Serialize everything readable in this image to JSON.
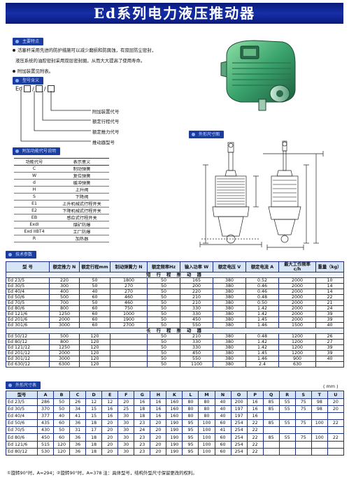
{
  "page": {
    "title": "Ed系列电力液压推动器"
  },
  "sections": {
    "features": "主要特点",
    "model": "型号含义",
    "functions": "附加功能代号说明",
    "technical": "技术参数",
    "outline": "外形尺寸图",
    "install": "外形尺寸表"
  },
  "features": {
    "line1": "活塞杆采用先进的防护措施可以减少磨损和防腐蚀，有双层防尘密封，",
    "line2": "液压系统的油腔密封采用双层密封圈，从而大大提高了使用寿命。",
    "line3": "附加装置见附表。"
  },
  "model_code": {
    "prefix": "Ed",
    "labels": [
      "附加装置代号",
      "额定行程代号",
      "额定推力代号",
      "推动器型号"
    ]
  },
  "func_table": {
    "headers": [
      "功能代号",
      "表示意义"
    ],
    "rows": [
      [
        "C",
        "制动弹簧"
      ],
      [
        "W",
        "复位弹簧"
      ],
      [
        "d",
        "缓冲弹簧"
      ],
      [
        "H",
        "上升阀"
      ],
      [
        "S",
        "下降阀"
      ],
      [
        "E1",
        "上升机械式行程开关"
      ],
      [
        "E2",
        "下降机械式行程开关"
      ],
      [
        "EB",
        "感应式行程开关"
      ],
      [
        "ExdI",
        "煤矿防爆"
      ],
      [
        "Exd IIBT4",
        "工厂防爆"
      ],
      [
        "R",
        "加热器"
      ]
    ]
  },
  "tech_table": {
    "headers": [
      "型 号",
      "额定推力 N",
      "额定行程mm",
      "制动弹簧力 N",
      "额定频率Hz",
      "输入功率 W",
      "额定电压 V",
      "额定电流 A",
      "最大工作频率c/h",
      "重量（kg）"
    ],
    "group1": "短 行 程 推 动 器",
    "rows1": [
      [
        "Ed 23/5",
        "220",
        "50",
        "1800",
        "50",
        "165",
        "380",
        "0.52",
        "2000",
        "10"
      ],
      [
        "Ed 30/5",
        "300",
        "50",
        "270",
        "50",
        "200",
        "380",
        "0.46",
        "2000",
        "14"
      ],
      [
        "Ed 40/4",
        "400",
        "40",
        "270",
        "50",
        "220",
        "380",
        "0.46",
        "2000",
        "14"
      ],
      [
        "Ed 50/6",
        "500",
        "60",
        "460",
        "50",
        "210",
        "380",
        "0.48",
        "2000",
        "22"
      ],
      [
        "Ed 70/5",
        "700",
        "50",
        "460",
        "50",
        "210",
        "380",
        "0.50",
        "2000",
        "21"
      ],
      [
        "Ed 80/6",
        "800",
        "60",
        "750",
        "50",
        "330",
        "380",
        "1.42",
        "2000",
        "24"
      ],
      [
        "Ed 121/6",
        "1250",
        "60",
        "1000",
        "50",
        "330",
        "380",
        "1.42",
        "2000",
        "39"
      ],
      [
        "Ed 201/6",
        "2000",
        "60",
        "1900",
        "50",
        "450",
        "380",
        "1.45",
        "2000",
        "39"
      ],
      [
        "Ed 301/6",
        "3000",
        "60",
        "2700",
        "50",
        "550",
        "380",
        "1.46",
        "1500",
        "40"
      ]
    ],
    "group2": "长 行 程 推 动 器",
    "rows2": [
      [
        "Ed 50/12",
        "500",
        "120",
        "",
        "50",
        "210",
        "380",
        "0.48",
        "1200",
        "26"
      ],
      [
        "Ed 80/12",
        "800",
        "120",
        "",
        "50",
        "330",
        "380",
        "1.42",
        "1200",
        "27"
      ],
      [
        "Ed 121/12",
        "1250",
        "120",
        "",
        "50",
        "330",
        "380",
        "1.42",
        "1200",
        "39"
      ],
      [
        "Ed 201/12",
        "2000",
        "120",
        "",
        "50",
        "450",
        "380",
        "1.45",
        "1200",
        "39"
      ],
      [
        "Ed 301/12",
        "3000",
        "120",
        "",
        "50",
        "550",
        "380",
        "1.46",
        "900",
        "40"
      ],
      [
        "Ed 630/12",
        "6300",
        "120",
        "",
        "50",
        "1100",
        "380",
        "2.4",
        "630",
        ""
      ]
    ]
  },
  "dims_table": {
    "unit": "( mm )",
    "headers": [
      "型号",
      "A",
      "B",
      "C",
      "D",
      "E",
      "F",
      "G",
      "H",
      "K",
      "L",
      "M",
      "N",
      "O",
      "P",
      "Q",
      "R",
      "S",
      "T",
      "U"
    ],
    "rows": [
      [
        "Ed 23/5",
        "286",
        "50",
        "26",
        "12",
        "12",
        "20",
        "16",
        "16",
        "160",
        "80",
        "80",
        "40",
        "200",
        "16",
        "85",
        "55",
        "75",
        "98",
        "20"
      ],
      [
        "Ed 30/5",
        "370",
        "50",
        "34",
        "15",
        "16",
        "25",
        "18",
        "16",
        "160",
        "80",
        "80",
        "40",
        "197",
        "16",
        "85",
        "55",
        "75",
        "98",
        "20"
      ],
      [
        "Ed 40/4",
        "377",
        "40",
        "41",
        "15",
        "16",
        "30",
        "18",
        "16",
        "160",
        "80",
        "80",
        "40",
        "197",
        "16",
        "",
        "",
        "",
        "",
        ""
      ],
      [
        "Ed 50/6",
        "435",
        "60",
        "36",
        "18",
        "20",
        "30",
        "23",
        "20",
        "190",
        "95",
        "100",
        "60",
        "254",
        "22",
        "85",
        "55",
        "75",
        "100",
        "22"
      ],
      [
        "Ed 70/5",
        "430",
        "50",
        "31",
        "17",
        "20",
        "30",
        "24",
        "20",
        "190",
        "95",
        "100",
        "41",
        "254",
        "22",
        "",
        "",
        "",
        "",
        ""
      ],
      [
        "Ed 80/6",
        "450",
        "60",
        "36",
        "18",
        "20",
        "30",
        "23",
        "20",
        "190",
        "95",
        "100",
        "60",
        "254",
        "22",
        "85",
        "55",
        "75",
        "100",
        "22"
      ],
      [
        "Ed 121/6",
        "515",
        "120",
        "36",
        "18",
        "20",
        "30",
        "23",
        "20",
        "190",
        "95",
        "100",
        "60",
        "254",
        "22",
        "",
        "",
        "",
        "",
        ""
      ],
      [
        "Ed 80/12",
        "530",
        "120",
        "36",
        "18",
        "20",
        "30",
        "23",
        "20",
        "190",
        "95",
        "100",
        "60",
        "254",
        "22",
        "",
        "",
        "",
        "",
        ""
      ]
    ]
  },
  "note": "①旋转90°时，A=294；②旋转90°时，A=378 注：具体型号，结构外型尺寸保留更改的权利。"
}
